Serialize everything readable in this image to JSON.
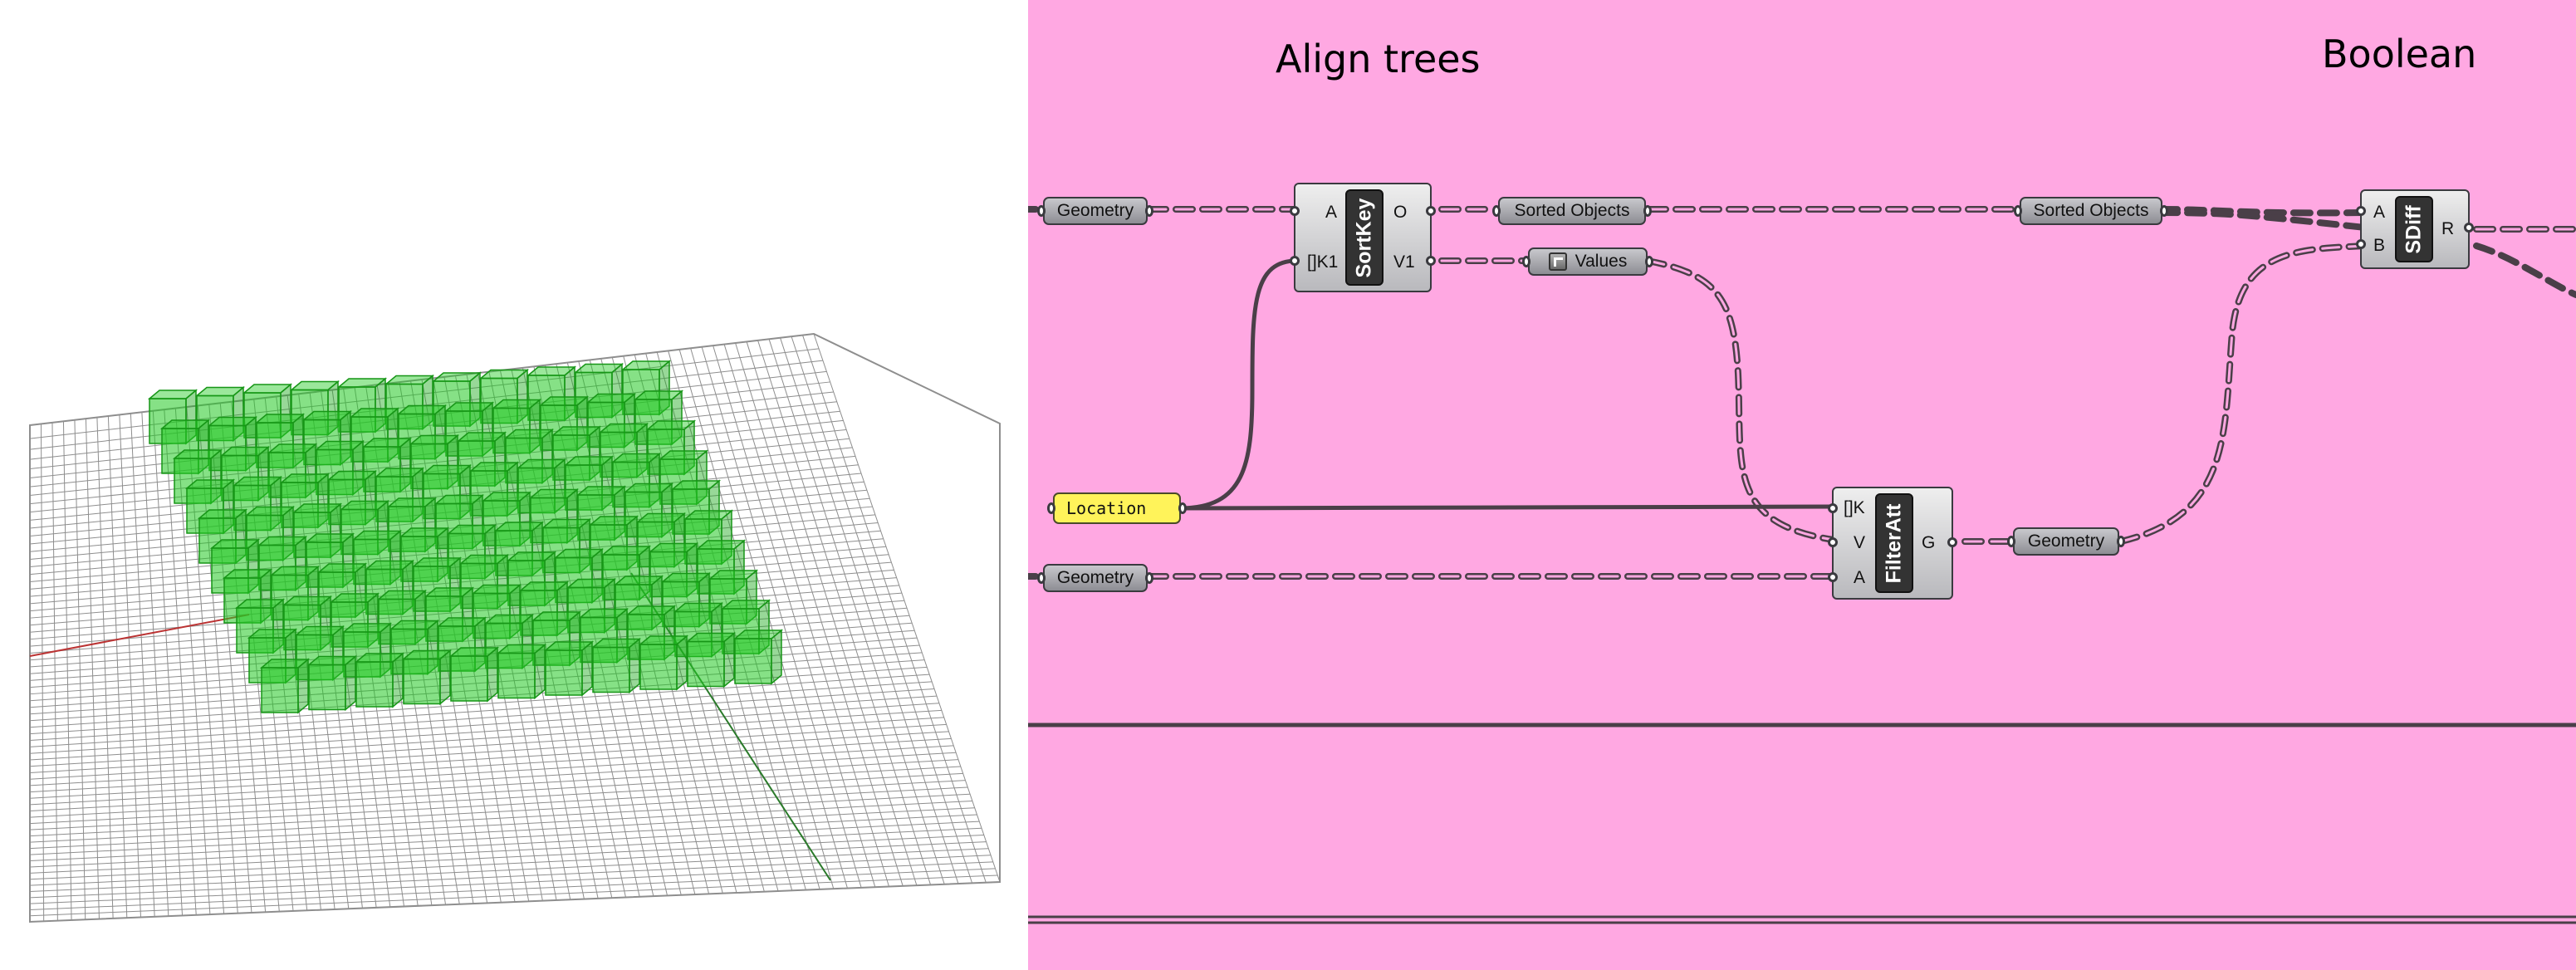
{
  "viewport": {
    "background": "#ffffff",
    "grid_color": "#8e8e8e",
    "box_color": "#22c922"
  },
  "canvas": {
    "background": "#ffa8e2",
    "wire_color": "#4a3f48",
    "groups": [
      {
        "title": "Align trees"
      },
      {
        "title": "Boolean"
      }
    ],
    "params": {
      "geometry_top": "Geometry",
      "geometry_bottom": "Geometry",
      "sorted_objects_1": "Sorted Objects",
      "sorted_objects_2": "Sorted Objects",
      "values": "Values",
      "location": "Location",
      "geometry_out": "Geometry"
    },
    "components": {
      "sortkey": {
        "name": "SortKey",
        "in_a": "A",
        "in_k1": "[]K1",
        "out_o": "O",
        "out_v1": "V1"
      },
      "filteratt": {
        "name": "FilterAtt",
        "in_k": "[]K",
        "in_v": "V",
        "in_a": "A",
        "out_g": "G"
      },
      "sdiff": {
        "name": "SDiff",
        "in_a": "A",
        "in_b": "B",
        "out_r": "R"
      }
    }
  }
}
